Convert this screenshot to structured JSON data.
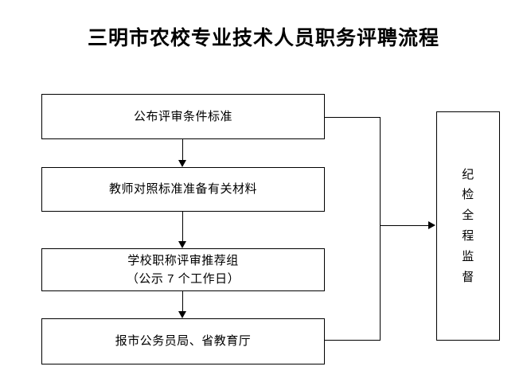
{
  "title": "三明市农校专业技术人员职务评聘流程",
  "colors": {
    "background": "#ffffff",
    "stroke": "#000000",
    "text": "#000000"
  },
  "flow": {
    "nodes": [
      {
        "id": "node-1",
        "label": "公布评审条件标准"
      },
      {
        "id": "node-2",
        "label": "教师对照标准准备有关材料"
      },
      {
        "id": "node-3",
        "label_line1": "学校职称评审推荐组",
        "label_line2": "（公示 7 个工作日）"
      },
      {
        "id": "node-4",
        "label": "报市公务员局、省教育厅"
      }
    ],
    "supervision": {
      "id": "node-supervision",
      "label": "纪检全程监督",
      "orientation": "vertical",
      "chars": [
        "纪",
        "检",
        "全",
        "程",
        "监",
        "督"
      ]
    },
    "connectors": [
      {
        "id": "conn-1-2",
        "from": "node-1",
        "to": "node-2",
        "type": "arrow-down"
      },
      {
        "id": "conn-2-3",
        "from": "node-2",
        "to": "node-3",
        "type": "arrow-down"
      },
      {
        "id": "conn-3-4",
        "from": "node-3",
        "to": "node-4",
        "type": "arrow-down"
      },
      {
        "id": "conn-bracket",
        "from": "node-1,node-4",
        "to": "node-supervision",
        "type": "bracket-arrow-right"
      }
    ]
  }
}
